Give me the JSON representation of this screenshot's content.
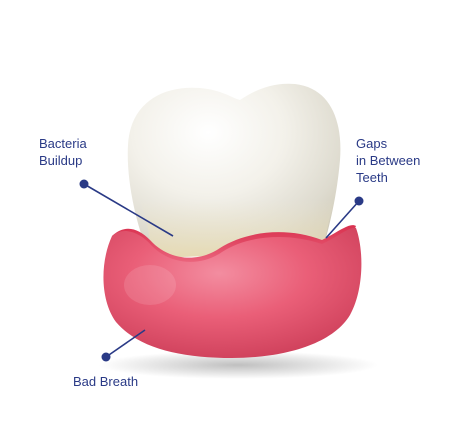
{
  "labels": {
    "bacteria": [
      "Bacteria",
      "Buildup"
    ],
    "gaps": [
      "Gaps",
      "in Between",
      "Teeth"
    ],
    "bad_breath": "Bad Breath"
  },
  "colors": {
    "label_text": "#2a3a86",
    "leader_line": "#2a3a86",
    "gum": "#e8506a",
    "tooth": "#f4f1e6"
  }
}
